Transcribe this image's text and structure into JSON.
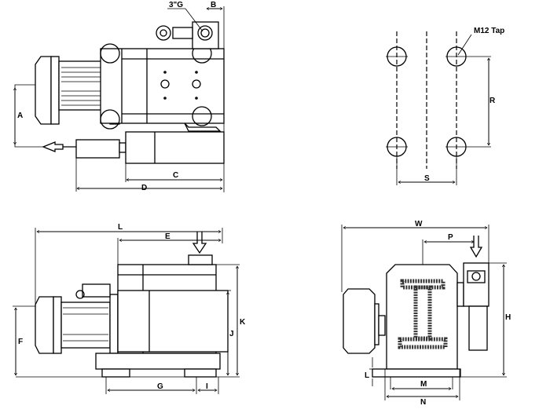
{
  "top_view": {
    "port_label": "3\"G",
    "dims": {
      "A": "A",
      "B": "B",
      "C": "C",
      "D": "D"
    }
  },
  "mounting_view": {
    "tap_label": "M12 Tap",
    "dims": {
      "R": "R",
      "S": "S"
    }
  },
  "side_view": {
    "dims": {
      "L": "L",
      "E": "E",
      "K": "K",
      "J": "J",
      "F": "F",
      "G": "G",
      "I": "I"
    }
  },
  "end_view": {
    "dims": {
      "W": "W",
      "P": "P",
      "H": "H",
      "L": "L",
      "M": "M",
      "N": "N"
    }
  }
}
